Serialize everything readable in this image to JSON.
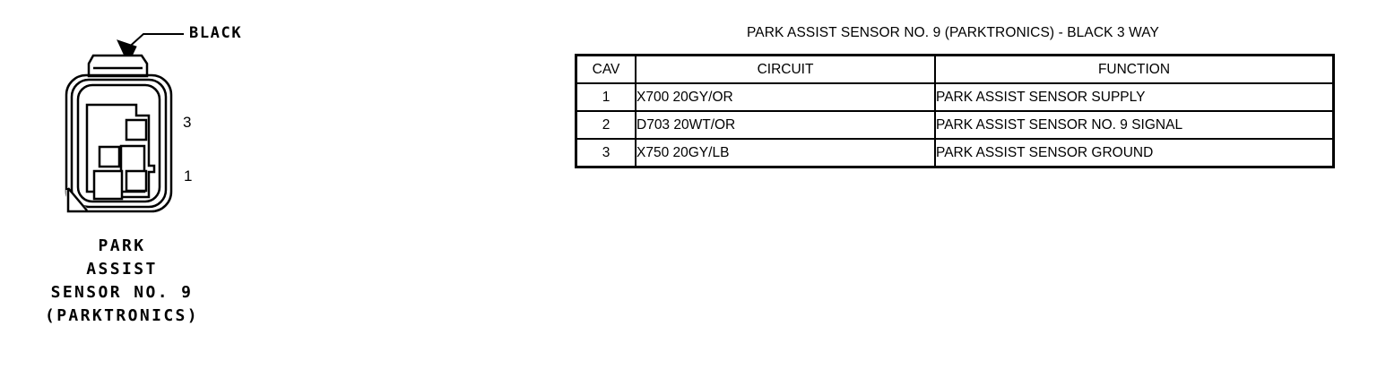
{
  "diagram": {
    "callout": {
      "label": "BLACK"
    },
    "pins": [
      {
        "number": "3"
      },
      {
        "number": "1"
      }
    ],
    "caption_lines": [
      "PARK",
      "ASSIST",
      "SENSOR NO. 9",
      "(PARKTRONICS)"
    ]
  },
  "table": {
    "title": "PARK ASSIST SENSOR NO. 9 (PARKTRONICS) - BLACK 3 WAY",
    "headers": {
      "cav": "CAV",
      "circuit": "CIRCUIT",
      "function": "FUNCTION"
    },
    "rows": [
      {
        "cav": "1",
        "circuit": "X700 20GY/OR",
        "function": "PARK ASSIST SENSOR SUPPLY"
      },
      {
        "cav": "2",
        "circuit": "D703 20WT/OR",
        "function": "PARK ASSIST SENSOR NO. 9 SIGNAL"
      },
      {
        "cav": "3",
        "circuit": "X750 20GY/LB",
        "function": "PARK ASSIST SENSOR GROUND"
      }
    ]
  },
  "colors": {
    "line": "#000000",
    "background": "#ffffff"
  }
}
